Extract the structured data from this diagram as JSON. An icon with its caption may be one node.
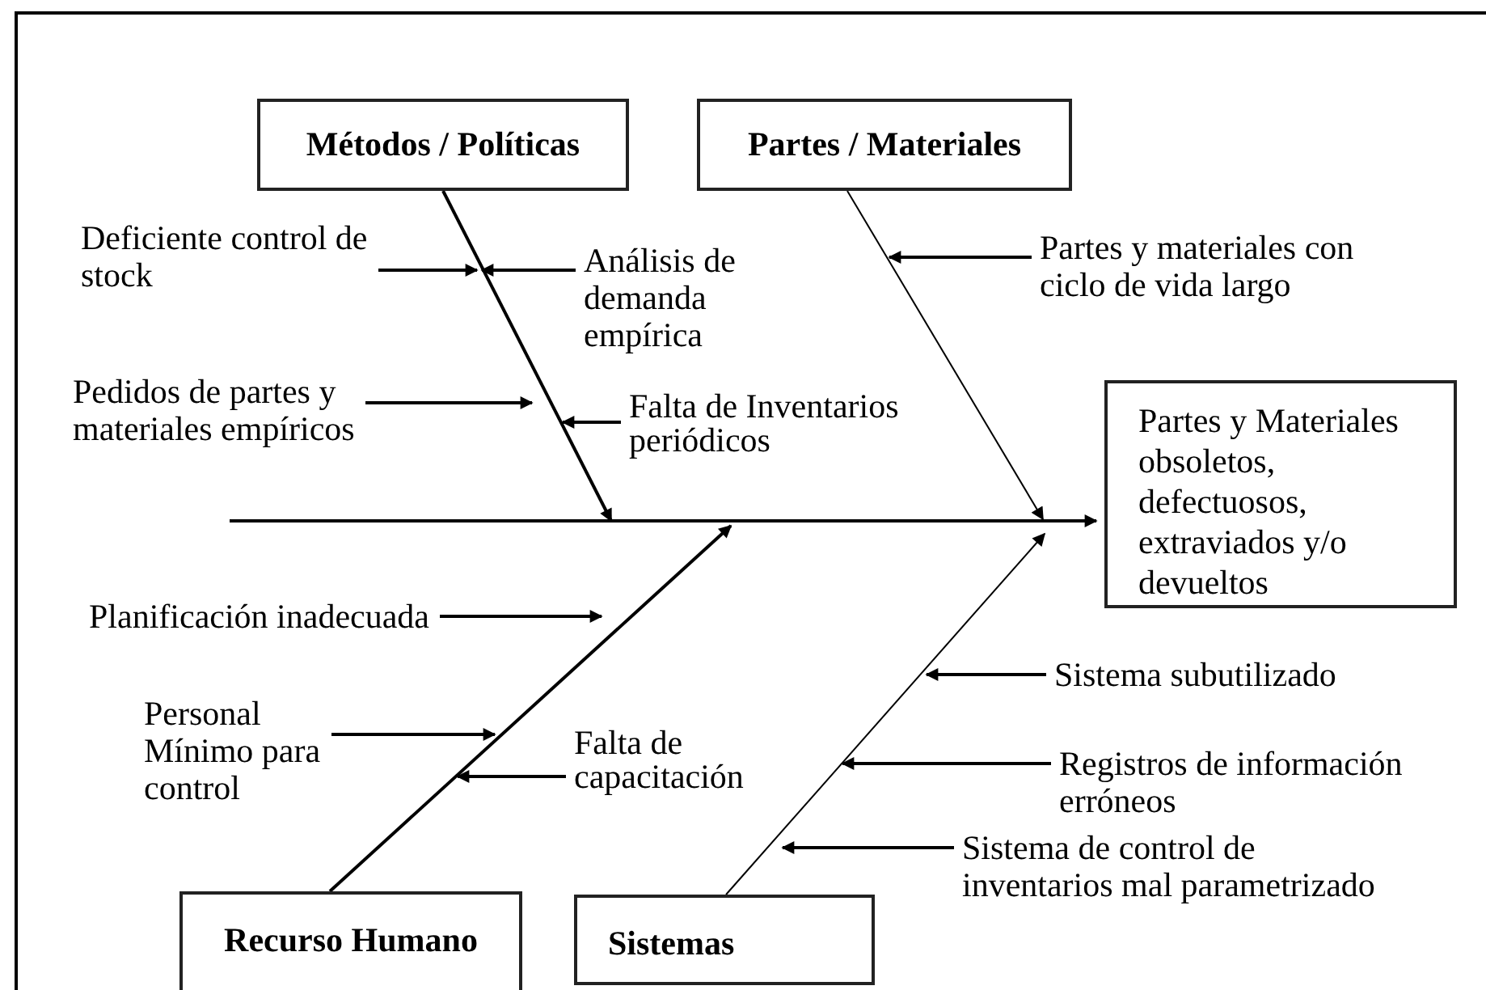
{
  "diagram": {
    "nodes": [
      {
        "text": [
          "Métodos / Políticas"
        ]
      },
      {
        "text": [
          "Partes / Materiales"
        ]
      },
      {
        "text": [
          "Partes y Materiales obsoletos, defectuosos, extraviados y/o devueltos"
        ]
      },
      {
        "text": [
          "Recurso Humano"
        ]
      },
      {
        "text": [
          "Sistemas"
        ]
      },
      {
        "text": [
          "Deficiente control de stock"
        ]
      },
      {
        "text": [
          "Análisis de demanda empírica"
        ]
      },
      {
        "text": [
          "Pedidos de partes y materiales empíricos"
        ]
      },
      {
        "text": [
          "Falta de Inventarios periódicos"
        ]
      },
      {
        "text": [
          "Partes y materiales con ciclo de vida largo"
        ]
      },
      {
        "text": [
          "Planificación inadecuada"
        ]
      },
      {
        "text": [
          "Personal Mínimo para control"
        ]
      },
      {
        "text": [
          "Falta de capacitación"
        ]
      },
      {
        "text": [
          "Sistema subutilizado"
        ]
      },
      {
        "text": [
          "Registros de información erróneos"
        ]
      },
      {
        "text": [
          "Sistema de control de inventarios mal parametrizado"
        ]
      }
    ],
    "edges": [
      {
        "from": null,
        "to": 2,
        "arrow": "to"
      },
      {
        "from": 0,
        "to": null,
        "arrow": "to"
      },
      {
        "from": 1,
        "to": null,
        "arrow": "to"
      },
      {
        "from": 3,
        "to": null,
        "arrow": "to"
      },
      {
        "from": 4,
        "to": null,
        "arrow": "to"
      },
      {
        "from": 5,
        "to": null,
        "arrow": "to"
      },
      {
        "from": 6,
        "to": null,
        "arrow": "to"
      },
      {
        "from": 7,
        "to": null,
        "arrow": "to"
      },
      {
        "from": 8,
        "to": null,
        "arrow": "to"
      },
      {
        "from": 9,
        "to": null,
        "arrow": "to"
      },
      {
        "from": 10,
        "to": null,
        "arrow": "to"
      },
      {
        "from": 11,
        "to": null,
        "arrow": "to"
      },
      {
        "from": 12,
        "to": null,
        "arrow": "to"
      },
      {
        "from": 13,
        "to": null,
        "arrow": "to"
      },
      {
        "from": 14,
        "to": null,
        "arrow": "to"
      },
      {
        "from": 15,
        "to": null,
        "arrow": "to"
      }
    ]
  }
}
